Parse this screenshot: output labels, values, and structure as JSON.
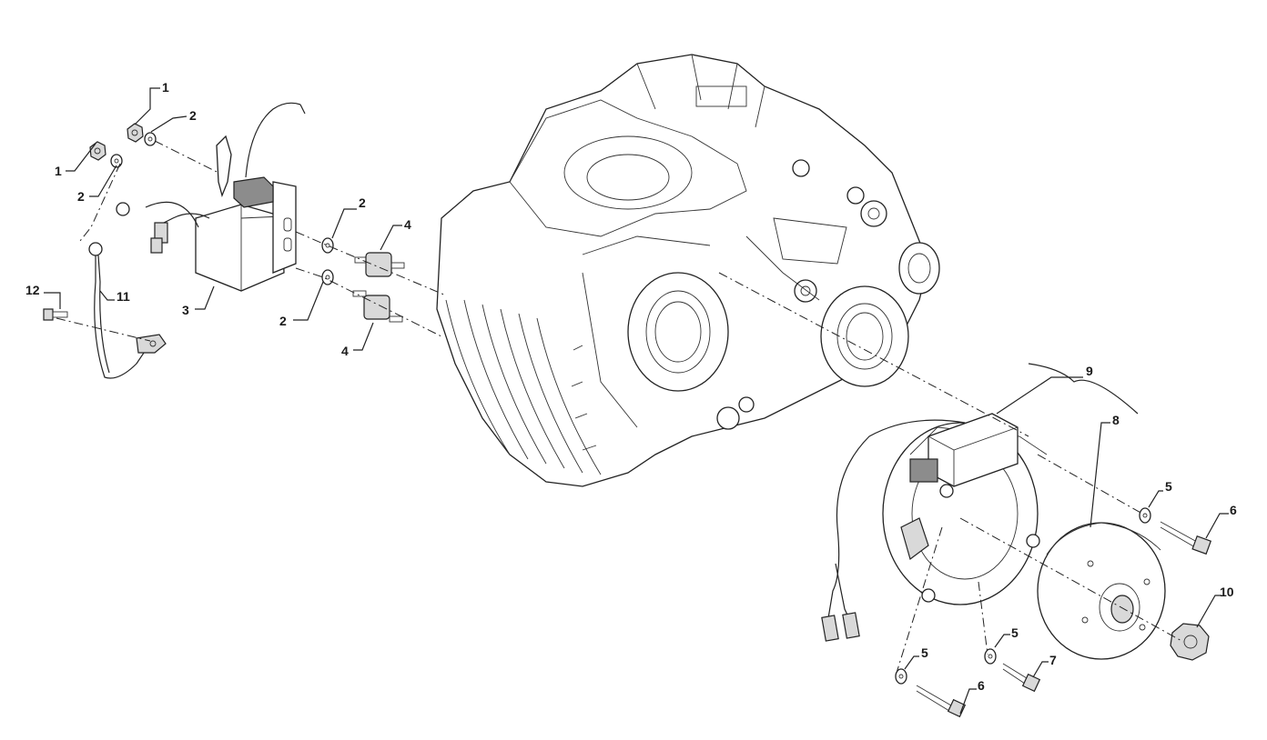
{
  "diagram": {
    "callouts": [
      {
        "id": "c1a",
        "text": "1"
      },
      {
        "id": "c1b",
        "text": "1"
      },
      {
        "id": "c2a",
        "text": "2"
      },
      {
        "id": "c2b",
        "text": "2"
      },
      {
        "id": "c2c",
        "text": "2"
      },
      {
        "id": "c2d",
        "text": "2"
      },
      {
        "id": "c3",
        "text": "3"
      },
      {
        "id": "c4a",
        "text": "4"
      },
      {
        "id": "c4b",
        "text": "4"
      },
      {
        "id": "c5a",
        "text": "5"
      },
      {
        "id": "c5b",
        "text": "5"
      },
      {
        "id": "c5c",
        "text": "5"
      },
      {
        "id": "c6a",
        "text": "6"
      },
      {
        "id": "c6b",
        "text": "6"
      },
      {
        "id": "c7",
        "text": "7"
      },
      {
        "id": "c8",
        "text": "8"
      },
      {
        "id": "c9",
        "text": "9"
      },
      {
        "id": "c10",
        "text": "10"
      },
      {
        "id": "c11",
        "text": "11"
      },
      {
        "id": "c12",
        "text": "12"
      }
    ]
  }
}
